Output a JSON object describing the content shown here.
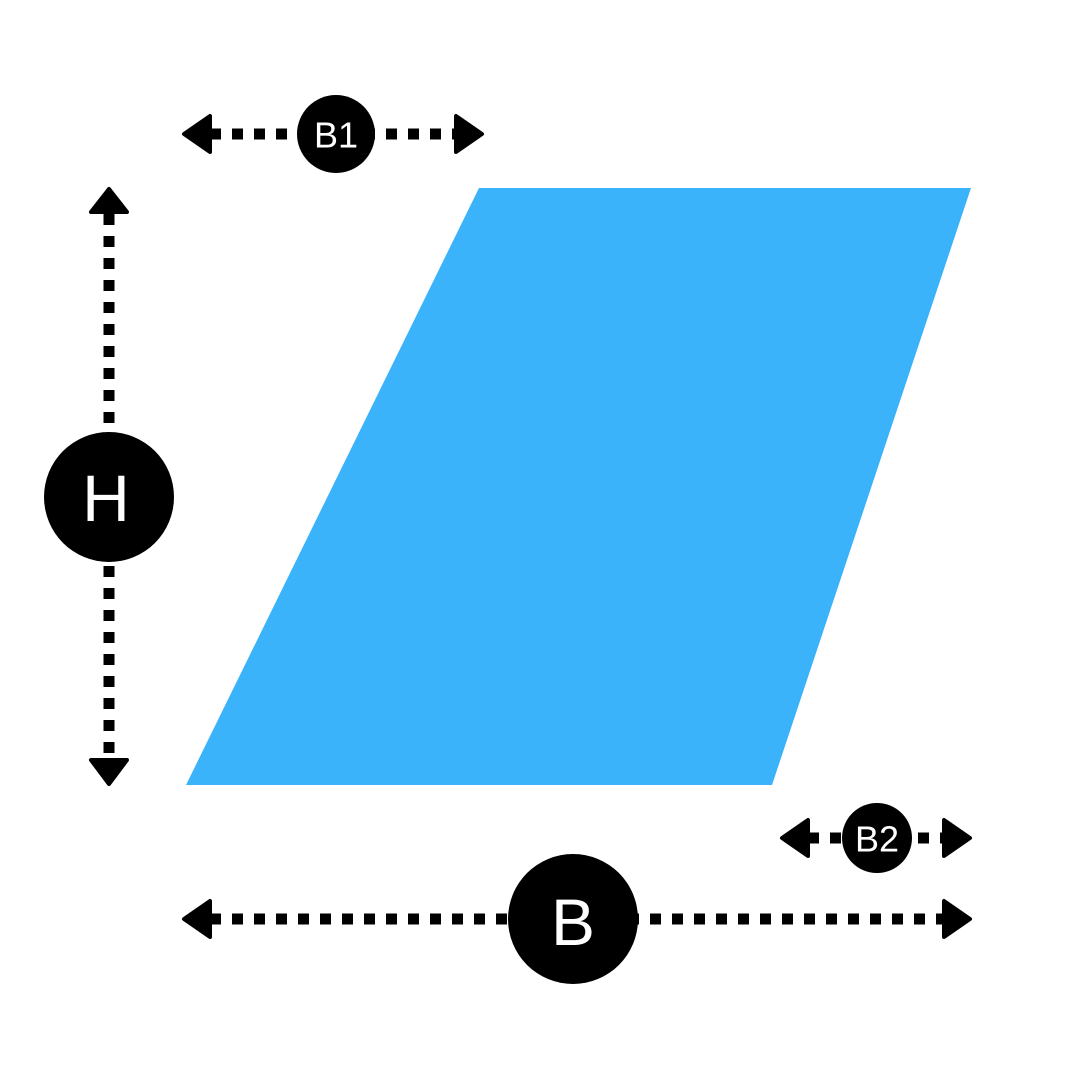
{
  "colors": {
    "shape_fill": "#3bb3fb",
    "marker": "#000000",
    "label_text": "#ffffff",
    "background": "#ffffff"
  },
  "shape": "parallelogram",
  "labels": {
    "top_base": "B1",
    "height": "H",
    "offset": "B2",
    "base": "B"
  }
}
